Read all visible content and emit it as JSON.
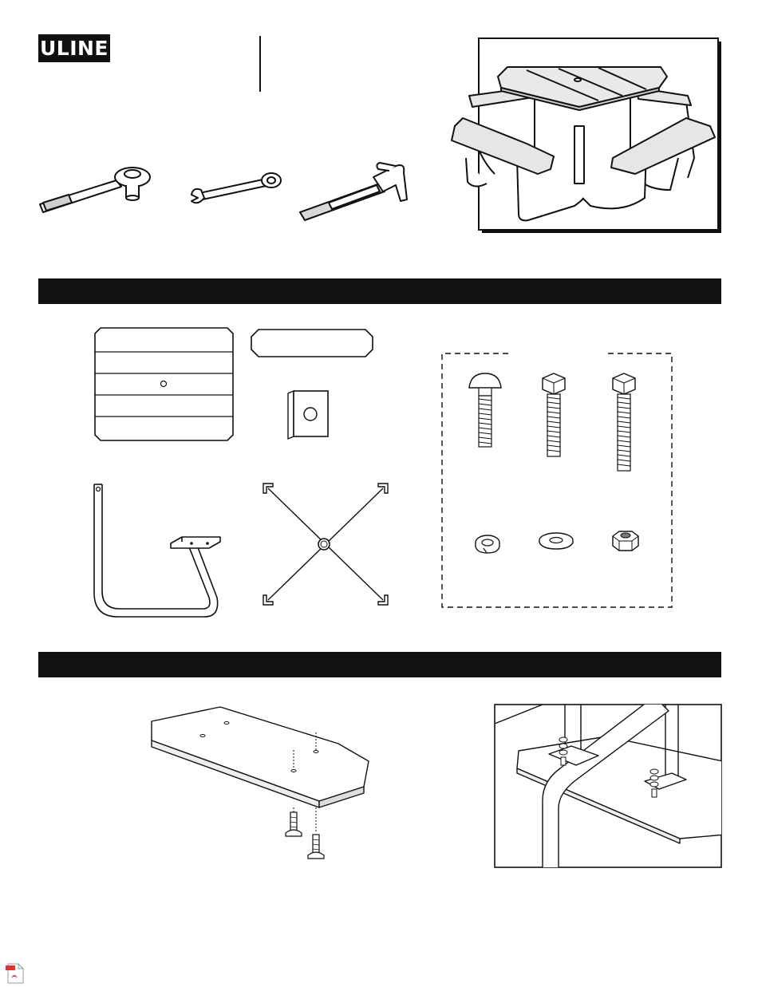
{
  "brand": {
    "logo_text": "ULINE"
  },
  "colors": {
    "ink": "#111111",
    "paper": "#ffffff",
    "panel": "#f2f2f2"
  },
  "tools": [
    "ratchet-icon",
    "wrench-icon",
    "hammer-icon"
  ],
  "parts_icons": [
    "table-top-icon",
    "bench-seat-icon",
    "square-washer-icon",
    "seat-support-icon",
    "cross-frame-icon"
  ],
  "hardware_icons": [
    "carriage-bolt-icon",
    "hex-bolt-short-icon",
    "hex-bolt-long-icon",
    "lock-washer-icon",
    "flat-washer-icon",
    "hex-nut-icon"
  ],
  "step_icons": [
    "bench-seat-bolts-diagram",
    "bench-support-attach-diagram"
  ]
}
